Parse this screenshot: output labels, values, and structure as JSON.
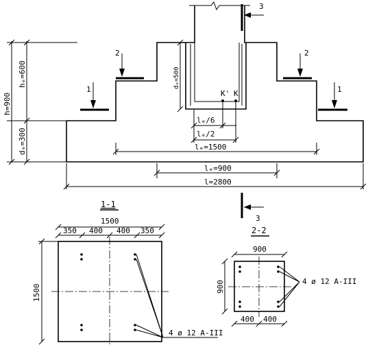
{
  "elevation": {
    "h_total": "h=900",
    "h_upper": "hₑ=600",
    "h_lower": "dₑ=300",
    "column_depth": "dₑ=500",
    "point_k_prime": "K'",
    "point_k": "K",
    "lc_sixth": "lₑ/6",
    "lc_half": "lₑ/2",
    "step_width": "lₑ=1500",
    "pedestal_width": "lₑ=900",
    "total_length": "l=2800"
  },
  "sections": {
    "cut1": "1",
    "cut2": "2",
    "cut3": "3"
  },
  "plan_1": {
    "title": "1-1",
    "overall_width": "1500",
    "spacings": [
      "350",
      "400",
      "400",
      "350"
    ],
    "height": "1500",
    "rebar": "4 ø 12 A-III"
  },
  "plan_2": {
    "title": "2-2",
    "width": "900",
    "height": "900",
    "spacings": [
      "400",
      "400"
    ],
    "rebar": "4 ø 12 A-III"
  }
}
